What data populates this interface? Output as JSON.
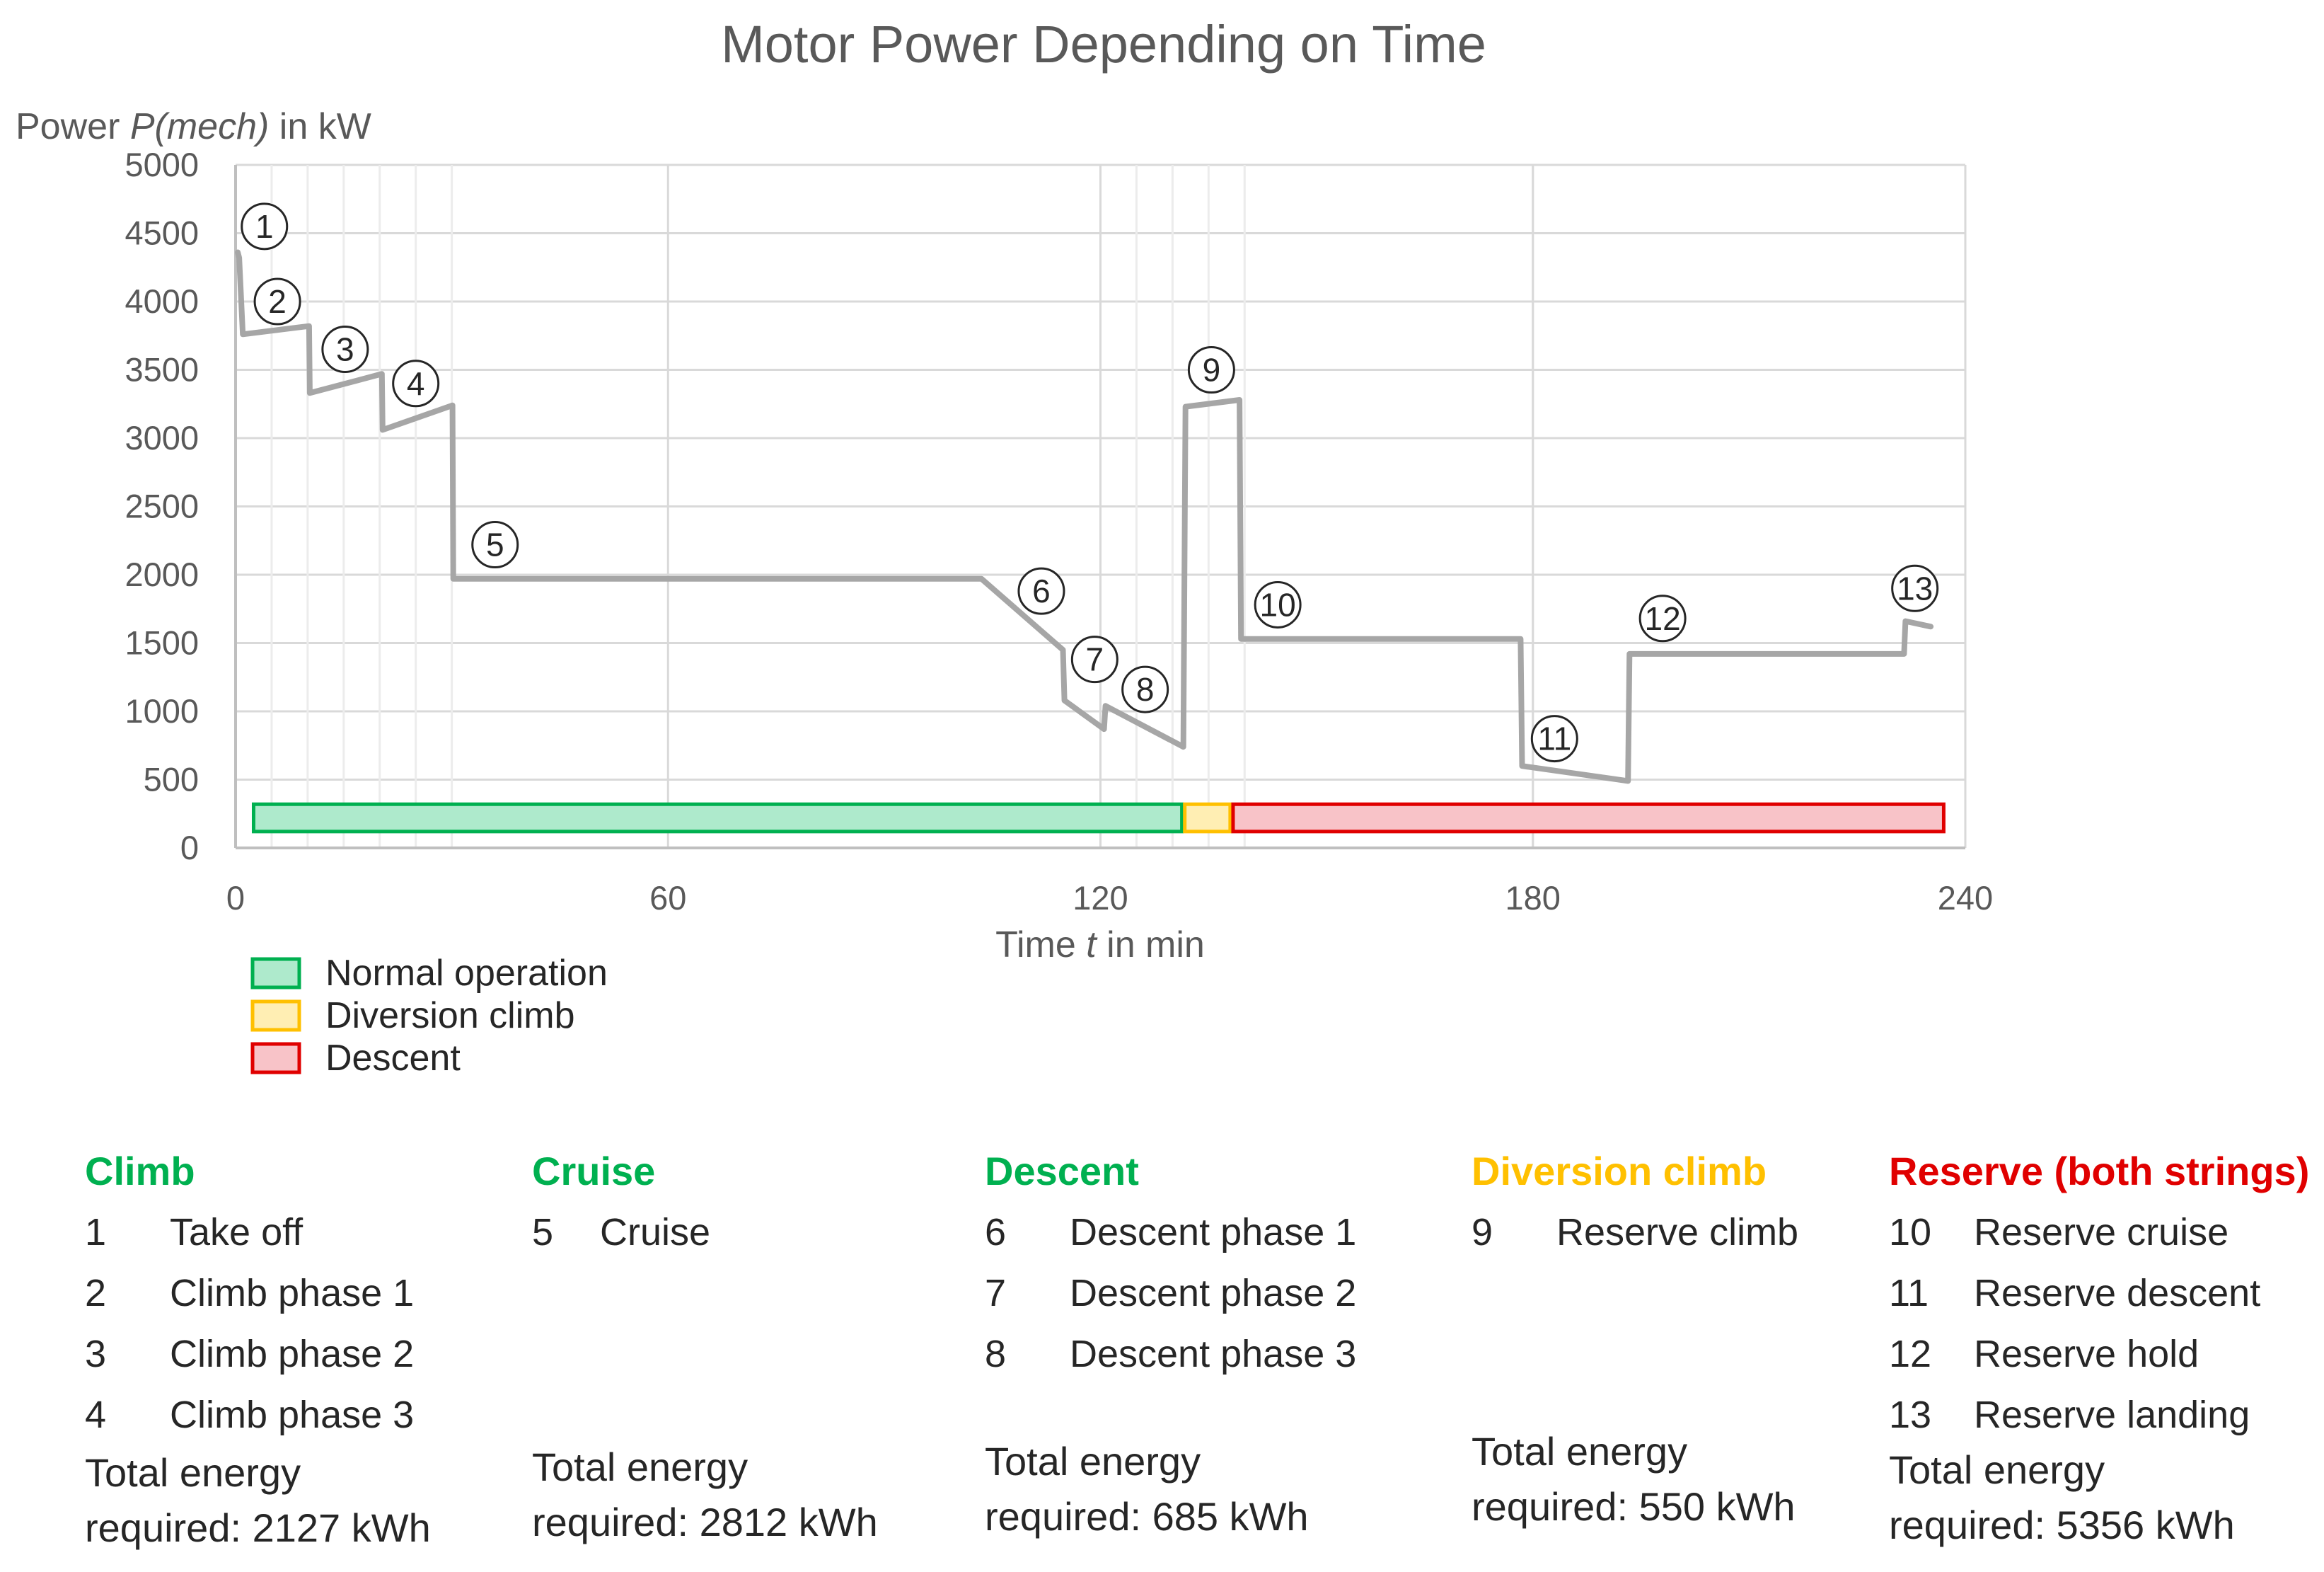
{
  "chart_data": {
    "type": "line",
    "title": "Motor Power Depending on Time",
    "ylabel_prefix": "Power ",
    "ylabel_italic": "P(mech)",
    "ylabel_suffix": " in kW",
    "xlabel_prefix": "Time ",
    "xlabel_italic": "t",
    "xlabel_suffix": " in min",
    "xlim": [
      0,
      240
    ],
    "ylim": [
      0,
      5000
    ],
    "xticks": [
      0,
      60,
      120,
      180,
      240
    ],
    "yticks": [
      0,
      500,
      1000,
      1500,
      2000,
      2500,
      3000,
      3500,
      4000,
      4500,
      5000
    ],
    "minor_x_gridlines": [
      5,
      10,
      15,
      20,
      25,
      30,
      120,
      125,
      130,
      135,
      140,
      180
    ],
    "grid": true,
    "line_color": "#a6a6a6",
    "series": [
      {
        "x": [
          0.3,
          0.5,
          1.0,
          10.2,
          10.3,
          20.3,
          20.4,
          30.1,
          30.2,
          103.5,
          114.8,
          115.0,
          120.5,
          120.7,
          131.5,
          131.8,
          139.3,
          139.5,
          178.3,
          178.5,
          193.2,
          193.4,
          231.5,
          231.7,
          235.2
        ],
        "y": [
          4360,
          4320,
          3760,
          3820,
          3330,
          3470,
          3060,
          3240,
          1970,
          1970,
          1450,
          1080,
          870,
          1040,
          740,
          3230,
          3280,
          1530,
          1530,
          600,
          490,
          1420,
          1420,
          1660,
          1620
        ]
      }
    ],
    "markers": [
      {
        "label": "1",
        "x": 4.0,
        "y": 4550
      },
      {
        "label": "2",
        "x": 5.8,
        "y": 4000
      },
      {
        "label": "3",
        "x": 15.2,
        "y": 3650
      },
      {
        "label": "4",
        "x": 25.0,
        "y": 3400
      },
      {
        "label": "5",
        "x": 36.0,
        "y": 2220
      },
      {
        "label": "6",
        "x": 111.8,
        "y": 1880
      },
      {
        "label": "7",
        "x": 119.2,
        "y": 1380
      },
      {
        "label": "8",
        "x": 126.2,
        "y": 1160
      },
      {
        "label": "9",
        "x": 135.4,
        "y": 3500
      },
      {
        "label": "10",
        "x": 144.6,
        "y": 1780
      },
      {
        "label": "11",
        "x": 183.0,
        "y": 800
      },
      {
        "label": "12",
        "x": 198.0,
        "y": 1680
      },
      {
        "label": "13",
        "x": 233.0,
        "y": 1900
      }
    ],
    "bands": [
      {
        "name": "Normal operation",
        "x0": 2.5,
        "x1": 131.3,
        "fill": "#aeeacc",
        "stroke": "#00b050"
      },
      {
        "name": "Diversion climb",
        "x0": 131.7,
        "x1": 138.0,
        "fill": "#ffeeb3",
        "stroke": "#ffc000"
      },
      {
        "name": "Descent",
        "x0": 138.4,
        "x1": 237.0,
        "fill": "#f8c3c8",
        "stroke": "#e00000"
      }
    ],
    "band_y": [
      120,
      320
    ],
    "legend": [
      {
        "label": "Normal operation",
        "fill": "#aeeacc",
        "stroke": "#00b050"
      },
      {
        "label": "Diversion climb",
        "fill": "#ffeeb3",
        "stroke": "#ffc000"
      },
      {
        "label": "Descent",
        "fill": "#f8c3c8",
        "stroke": "#e00000"
      }
    ]
  },
  "phases": [
    {
      "title": "Climb",
      "color": "#00b050",
      "items": [
        {
          "num": "1",
          "label": "Take off"
        },
        {
          "num": "2",
          "label": "Climb phase 1"
        },
        {
          "num": "3",
          "label": "Climb phase 2"
        },
        {
          "num": "4",
          "label": "Climb phase 3"
        }
      ],
      "energy_line1": "Total energy",
      "energy_line2": "required: 2127 kWh"
    },
    {
      "title": "Cruise",
      "color": "#00b050",
      "items": [
        {
          "num": "5",
          "label": "Cruise"
        }
      ],
      "energy_line1": "Total energy",
      "energy_line2": "required: 2812 kWh"
    },
    {
      "title": "Descent",
      "color": "#00b050",
      "items": [
        {
          "num": "6",
          "label": "Descent phase 1"
        },
        {
          "num": "7",
          "label": "Descent phase 2"
        },
        {
          "num": "8",
          "label": "Descent phase 3"
        }
      ],
      "energy_line1": "Total energy",
      "energy_line2": "required: 685 kWh"
    },
    {
      "title": "Diversion climb",
      "color": "#ffc000",
      "items": [
        {
          "num": "9",
          "label": "Reserve climb"
        }
      ],
      "energy_line1": "Total energy",
      "energy_line2": "required: 550 kWh"
    },
    {
      "title": "Reserve (both strings)",
      "color": "#e00000",
      "items": [
        {
          "num": "10",
          "label": "Reserve cruise"
        },
        {
          "num": "11",
          "label": "Reserve descent"
        },
        {
          "num": "12",
          "label": "Reserve hold"
        },
        {
          "num": "13",
          "label": "Reserve landing"
        }
      ],
      "energy_line1": "Total energy",
      "energy_line2": "required: 5356 kWh"
    }
  ]
}
